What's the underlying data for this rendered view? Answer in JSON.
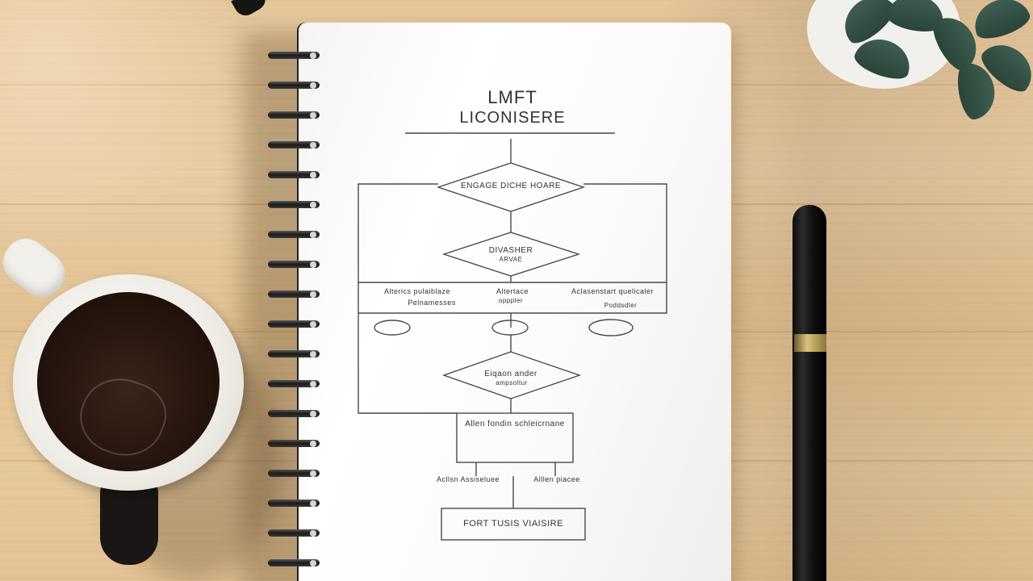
{
  "notebook": {
    "title_line1": "LMFT",
    "title_line2": "LICONISERE",
    "diamond1": "ENGAGE DICHE HOARE",
    "diamond2": "DIVASHER",
    "diamond2_sub": "ARVAE",
    "band_left": "Alterics pulaiblaze",
    "band_left_sub": "Pelnamesses",
    "band_mid": "Altertace",
    "band_mid_sub": "opppler",
    "band_right": "Aclasenstart quelicaler",
    "band_right_sub": "Poddsdler",
    "diamond3": "Eiqaon ander",
    "diamond3_sub": "ampsoltur",
    "process_box": "Allen fondin schleicrnane",
    "branch_left": "Acllsn Assiseluee",
    "branch_right": "Alllen piacee",
    "end_box": "FORT TUSIS VIAISIRE"
  },
  "colors": {
    "desk": "#e6c79c",
    "ink": "#333333",
    "paper": "#fafafa",
    "coil": "#1a1a1a",
    "pen_band": "#d9c27a",
    "coffee": "#24140d",
    "leaf": "#2a4438"
  },
  "icons": [
    "coffee-mug-icon",
    "pen-icon",
    "succulent-plant-icon",
    "spiral-binding-icon"
  ]
}
